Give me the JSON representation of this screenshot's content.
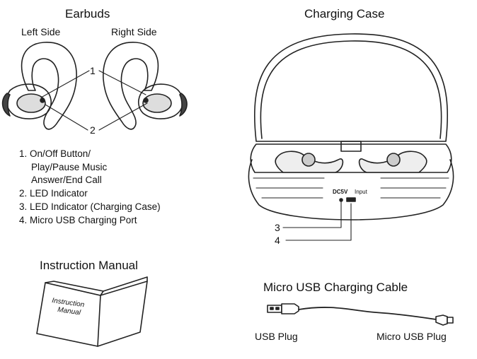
{
  "earbuds": {
    "title": "Earbuds",
    "left_label": "Left Side",
    "right_label": "Right Side",
    "callout_1": "1",
    "callout_2": "2",
    "features": [
      "1. On/Off Button/",
      "Play/Pause Music",
      "Answer/End Call",
      "2. LED Indicator",
      "3. LED Indicator (Charging Case)",
      "4. Micro USB Charging Port"
    ]
  },
  "case": {
    "title": "Charging Case",
    "voltage_label": "DC5V",
    "input_label": "Input",
    "callout_3": "3",
    "callout_4": "4"
  },
  "manual": {
    "title": "Instruction Manual",
    "cover_line1": "Instruction",
    "cover_line2": "Manual"
  },
  "cable": {
    "title": "Micro USB Charging Cable",
    "usb_plug_label": "USB Plug",
    "micro_plug_label": "Micro USB Plug"
  }
}
